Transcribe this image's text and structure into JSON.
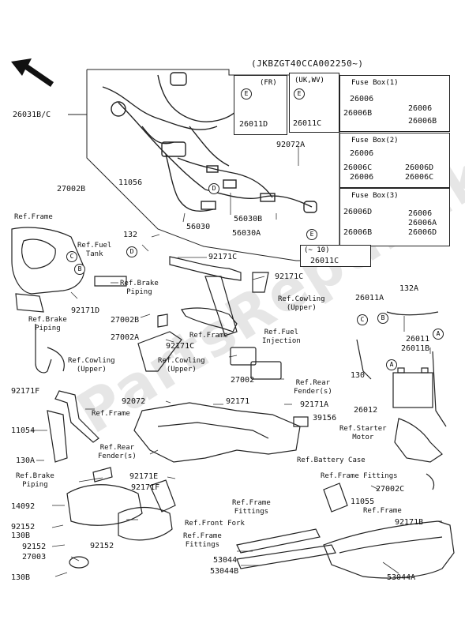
{
  "header": {
    "serial": "(JKBZGT40CCA002250~)"
  },
  "boxes": {
    "fr": {
      "title": "(FR)",
      "part": "26011D"
    },
    "ukwv": {
      "title": "(UK,WV)",
      "part": "26011C"
    },
    "fuse1": {
      "title": "Fuse Box(1)",
      "left": [
        "26006",
        "26006B"
      ],
      "right": [
        "26006",
        "26006B"
      ]
    },
    "fuse2": {
      "title": "Fuse Box(2)",
      "left": [
        "26006",
        "26006C",
        "26006"
      ],
      "right": [
        "26006D",
        "26006C"
      ]
    },
    "fuse3": {
      "title": "Fuse Box(3)",
      "left": [
        "26006D",
        "26006B"
      ],
      "right": [
        "26006",
        "26006A",
        "26006D"
      ]
    },
    "to10": {
      "title": "(~ 10)",
      "part": "26011C"
    }
  },
  "labels": {
    "p26031bc": "26031B/C",
    "p92072a": "92072A",
    "p27002b": "27002B",
    "p11056": "11056",
    "p56030": "56030",
    "p56030b": "56030B",
    "p56030a": "56030A",
    "p132": "132",
    "p92171c_1": "92171C",
    "p92171c_2": "92171C",
    "p92171d": "92171D",
    "p27002b_2": "27002B",
    "p27002a": "27002A",
    "p92171c_3": "92171C",
    "p27002": "27002",
    "p92171f": "92171F",
    "p92072": "92072",
    "p92171": "92171",
    "p92171a": "92171A",
    "p39156": "39156",
    "p26012": "26012",
    "p26011a": "26011A",
    "p132a": "132A",
    "p26011": "26011",
    "p26011b": "26011B",
    "p130": "130",
    "p11054": "11054",
    "p130a": "130A",
    "p92171e": "92171E",
    "p92171f_2": "92171F",
    "p14092": "14092",
    "p92152_1": "92152",
    "p130b_1": "130B",
    "p92152_2": "92152",
    "p92152_3": "92152",
    "p27003": "27003",
    "p130b_2": "130B",
    "p27002c": "27002C",
    "p11055": "11055",
    "p92171b": "92171B",
    "p53044": "53044",
    "p53044b": "53044B",
    "p53044a": "53044A"
  },
  "refs": {
    "frame1": "Ref.Frame",
    "fuel_tank": "Ref.Fuel\nTank",
    "brake_piping1": "Ref.Brake\nPiping",
    "brake_piping2": "Ref.Brake\nPiping",
    "cowling_upper1": "Ref.Cowling\n(Upper)",
    "cowling_upper2": "Ref.Cowling\n(Upper)",
    "cowling_upper3": "Ref.Cowling\n(Upper)",
    "frame2": "Ref.Frame",
    "fuel_injection": "Ref.Fuel\nInjection",
    "frame3": "Ref.Frame",
    "rear_fender1": "Ref.Rear\nFender(s)",
    "rear_fender2": "Ref.Rear\nFender(s)",
    "starter_motor": "Ref.Starter\nMotor",
    "battery_case": "Ref.Battery Case",
    "frame_fittings1": "Ref.Frame Fittings",
    "brake_piping3": "Ref.Brake\nPiping",
    "front_fork": "Ref.Front Fork",
    "frame_fittings2": "Ref.Frame\nFittings",
    "frame_fittings3": "Ref.Frame\nFittings",
    "frame4": "Ref.Frame"
  },
  "callouts": [
    "A",
    "B",
    "C",
    "D",
    "E"
  ],
  "watermark": "PartsRepublik"
}
